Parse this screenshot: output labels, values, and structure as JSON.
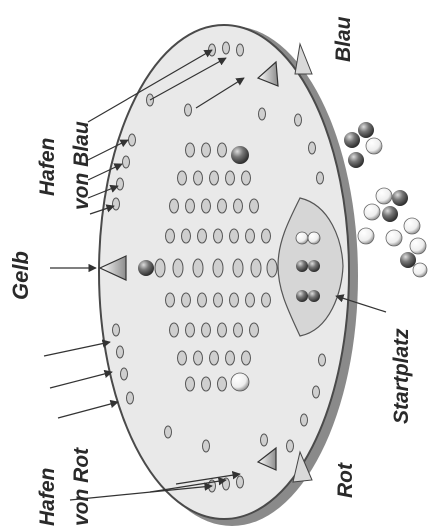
{
  "labels": {
    "blau": "Blau",
    "hafen_blau_line1": "Hafen",
    "hafen_blau_line2": "von Blau",
    "gelb": "Gelb",
    "startplatz": "Startplatz",
    "hafen_rot_line1": "Hafen",
    "hafen_rot_line2": "von Rot",
    "rot": "Rot"
  },
  "colors": {
    "board_fill": "#e9e9e9",
    "board_edge": "#4a4a4a",
    "hole": "#cfcfcf",
    "hole_rim": "#555555",
    "marble_dark": "#5a5a5a",
    "marble_light": "#f2f2f2",
    "start_area": "#d6d6d6"
  },
  "icons": [
    "arrow-icon",
    "marble-icon",
    "cone-peg-icon"
  ]
}
